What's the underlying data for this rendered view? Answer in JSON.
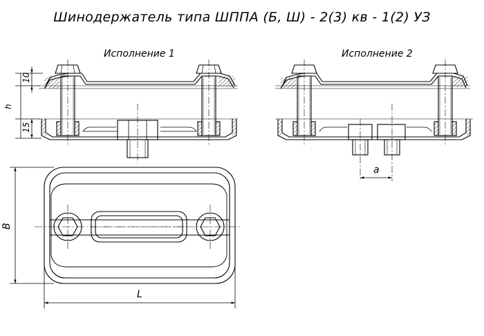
{
  "drawing": {
    "title": "Шинодержатель типа ШППА (Б, Ш) - 2(3) кв - 1(2) УЗ",
    "view1_label": "Исполнение 1",
    "view2_label": "Исполнение 2",
    "dims": {
      "d10": "10",
      "dh": "h",
      "d15": "15",
      "dB": "B",
      "dL": "L",
      "da": "a"
    }
  }
}
